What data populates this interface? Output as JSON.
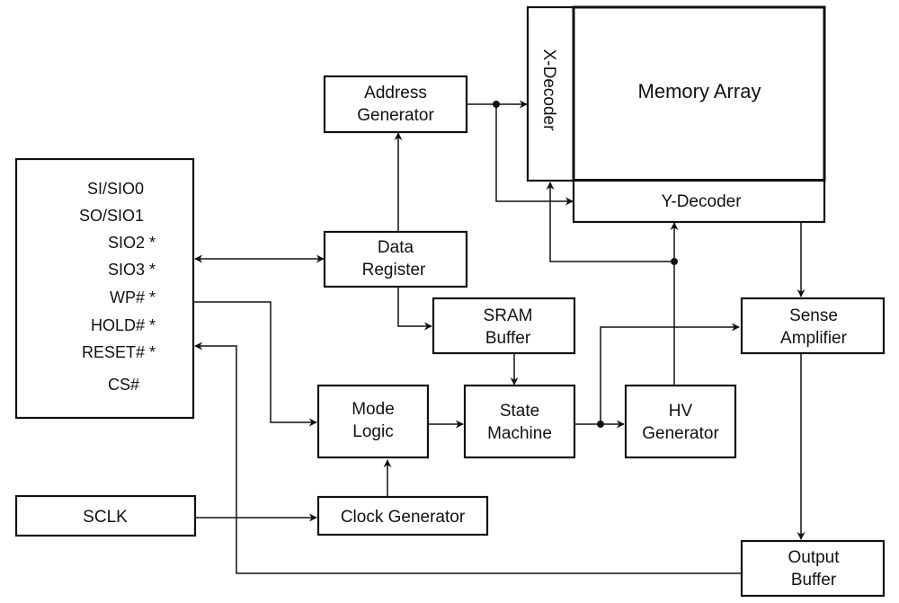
{
  "diagram": {
    "type": "block-diagram",
    "blocks": {
      "pins": {
        "items": [
          "SI/SIO0",
          "SO/SIO1",
          "SIO2 *",
          "SIO3 *",
          "WP# *",
          "HOLD# *",
          "RESET# *",
          "CS#"
        ]
      },
      "sclk": [
        "SCLK"
      ],
      "address_generator": [
        "Address",
        "Generator"
      ],
      "data_register": [
        "Data",
        "Register"
      ],
      "sram_buffer": [
        "SRAM",
        "Buffer"
      ],
      "mode_logic": [
        "Mode",
        "Logic"
      ],
      "state_machine": [
        "State",
        "Machine"
      ],
      "hv_generator": [
        "HV",
        "Generator"
      ],
      "clock_generator": [
        "Clock Generator"
      ],
      "x_decoder": [
        "X-Decoder"
      ],
      "memory_array": [
        "Memory Array"
      ],
      "y_decoder": [
        "Y-Decoder"
      ],
      "sense_amplifier": [
        "Sense",
        "Amplifier"
      ],
      "output_buffer": [
        "Output",
        "Buffer"
      ]
    },
    "connections": [
      {
        "from": "pins",
        "to": "data_register",
        "bidirectional": true
      },
      {
        "from": "pins.WP#",
        "to": "mode_logic"
      },
      {
        "from": "output_buffer",
        "to": "pins.RESET#"
      },
      {
        "from": "sclk",
        "to": "clock_generator"
      },
      {
        "from": "clock_generator",
        "to": "mode_logic"
      },
      {
        "from": "mode_logic",
        "to": "state_machine"
      },
      {
        "from": "data_register",
        "to": "address_generator"
      },
      {
        "from": "data_register",
        "to": "sram_buffer"
      },
      {
        "from": "sram_buffer",
        "to": "state_machine"
      },
      {
        "from": "state_machine",
        "to": "hv_generator"
      },
      {
        "from": "state_machine",
        "to": "sense_amplifier"
      },
      {
        "from": "address_generator",
        "to": "x_decoder"
      },
      {
        "from": "address_generator",
        "to": "y_decoder"
      },
      {
        "from": "hv_generator",
        "to": "y_decoder"
      },
      {
        "from": "hv_generator",
        "to": "x_decoder"
      },
      {
        "from": "y_decoder",
        "to": "sense_amplifier"
      },
      {
        "from": "sense_amplifier",
        "to": "output_buffer"
      }
    ]
  }
}
